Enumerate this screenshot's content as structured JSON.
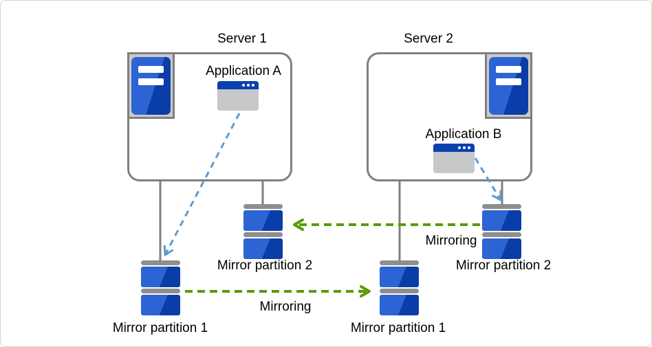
{
  "diagram": {
    "type": "cluster-mirroring-architecture",
    "servers": [
      {
        "title": "Server 1",
        "application": "Application A",
        "partitions": [
          "Mirror partition 1",
          "Mirror partition 2"
        ]
      },
      {
        "title": "Server 2",
        "application": "Application B",
        "partitions": [
          "Mirror partition 1",
          "Mirror partition 2"
        ]
      }
    ],
    "mirroring_arrows": [
      {
        "label": "Mirroring",
        "from": "Server 1 Mirror partition 1",
        "to": "Server 2 Mirror partition 1",
        "direction": "left-to-right"
      },
      {
        "label": "Mirroring",
        "from": "Server 2 Mirror partition 2",
        "to": "Server 1 Mirror partition 2",
        "direction": "right-to-left"
      }
    ],
    "app_arrows": [
      {
        "from": "Application A",
        "to": "Server 1 Mirror partition 1"
      },
      {
        "from": "Application B",
        "to": "Server 2 Mirror partition 2"
      }
    ],
    "colors": {
      "arrow_blue": "#5b9bd5",
      "arrow_green": "#5a9b08",
      "connector_gray": "#7f7f7f",
      "icon_blue_light": "#2d64d3",
      "icon_blue_dark": "#0b3da8",
      "window_titlebar_blue": "#0a41ad",
      "window_body_gray": "#c6c8ca",
      "partition_bar_gray": "#8e8e8e",
      "text": "#000000"
    }
  }
}
